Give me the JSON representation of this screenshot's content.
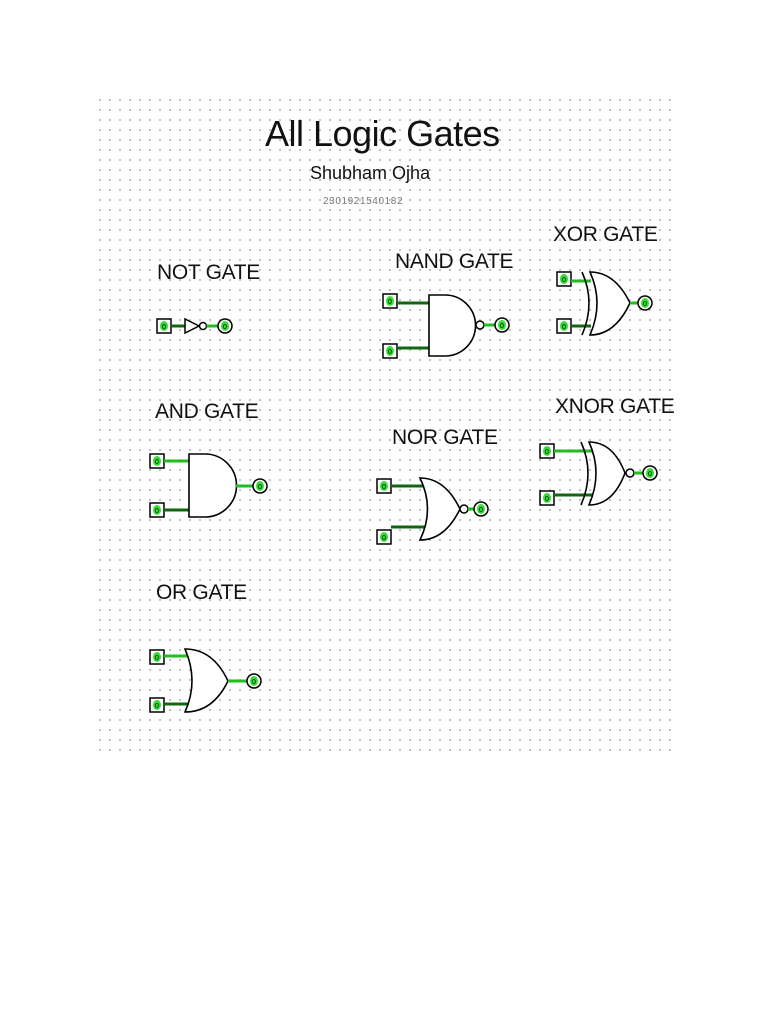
{
  "header": {
    "title": "All Logic Gates",
    "author": "Shubham Ojha",
    "roll_number": "2301921540182"
  },
  "gates": [
    {
      "id": "not",
      "label": "NOT GATE"
    },
    {
      "id": "nand",
      "label": "NAND GATE"
    },
    {
      "id": "xor",
      "label": "XOR GATE"
    },
    {
      "id": "and",
      "label": "AND GATE"
    },
    {
      "id": "nor",
      "label": "NOR GATE"
    },
    {
      "id": "xnor",
      "label": "XNOR GATE"
    },
    {
      "id": "or",
      "label": "OR GATE"
    }
  ],
  "pin_value": "0",
  "colors": {
    "wire_active": "#22bb22",
    "wire_dark": "#116611",
    "pin_green": "#33dd33",
    "outline": "#000000",
    "grid_dot": "#b8b8b8"
  }
}
